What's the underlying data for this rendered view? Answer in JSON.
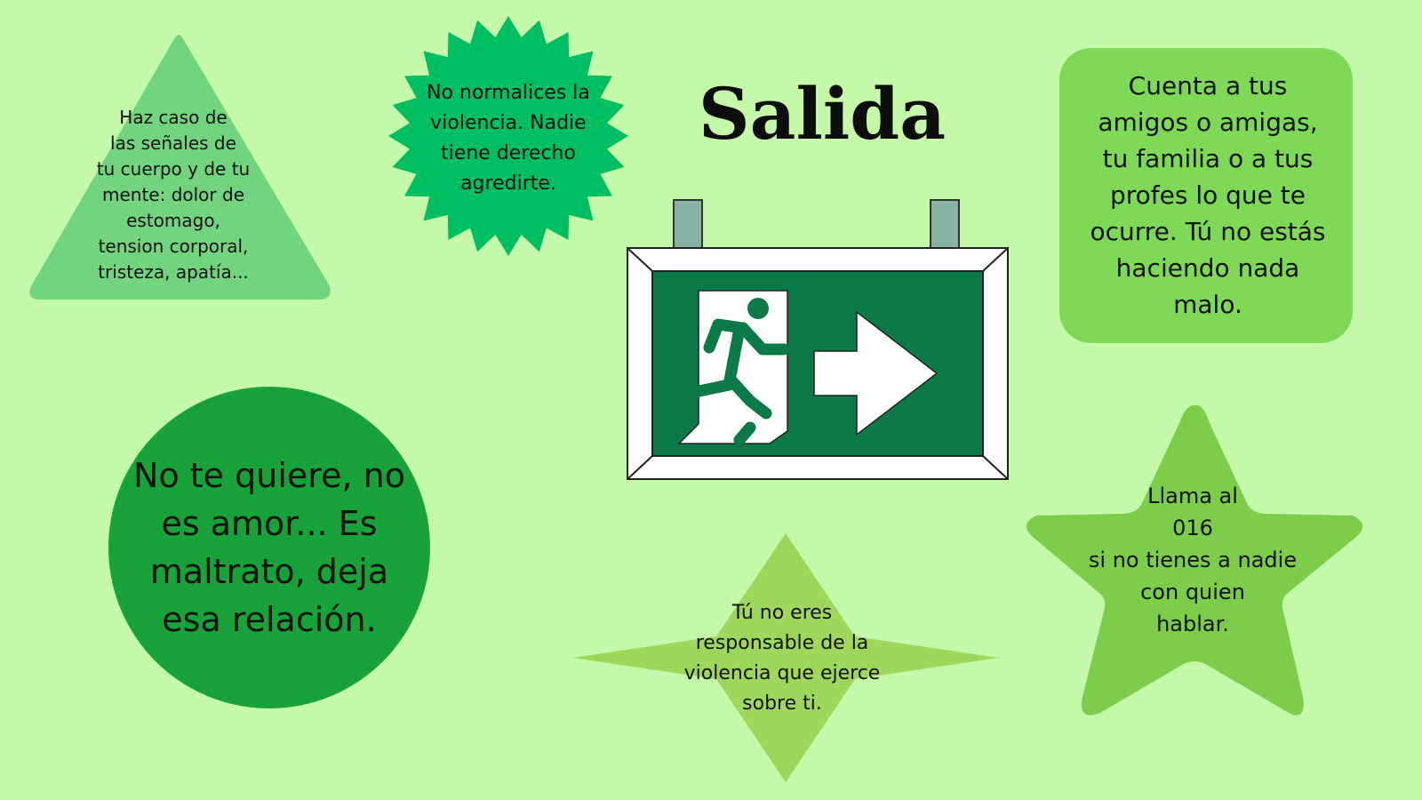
{
  "title": "Salida",
  "colors": {
    "background": "#c3f9a8",
    "triangle": "#72d47f",
    "burst": "#00bf63",
    "rounded_rect": "#7ed957",
    "circle": "#17a339",
    "diamond": "#9fd75d",
    "star": "#7bcd4a",
    "sign_green": "#0c7a46",
    "sign_post": "#88b2a2"
  },
  "tips": {
    "triangle": "Haz caso de\nlas señales de\ntu cuerpo y de tu\nmente: dolor de\nestomago,\ntension corporal,\ntristeza, apatía...",
    "burst": "No normalices la\nviolencia. Nadie\ntiene derecho\nagredirte.",
    "rounded_rect": "Cuenta a tus\namigos o amigas,\ntu familia o a tus\nprofes lo que te\nocurre. Tú no estás\nhaciendo nada\nmalo.",
    "circle": "No te quiere, no\nes amor... Es\nmaltrato, deja\nesa relación.",
    "diamond": "Tú no eres\nresponsable de la\nviolencia que ejerce\nsobre ti.",
    "star": "Llama al\n016\nsi no tienes a nadie\ncon quien\nhablar."
  },
  "icons": {
    "exit_sign": "emergency-exit-sign-icon",
    "running_person": "running-person-icon",
    "arrow": "arrow-right-icon"
  }
}
